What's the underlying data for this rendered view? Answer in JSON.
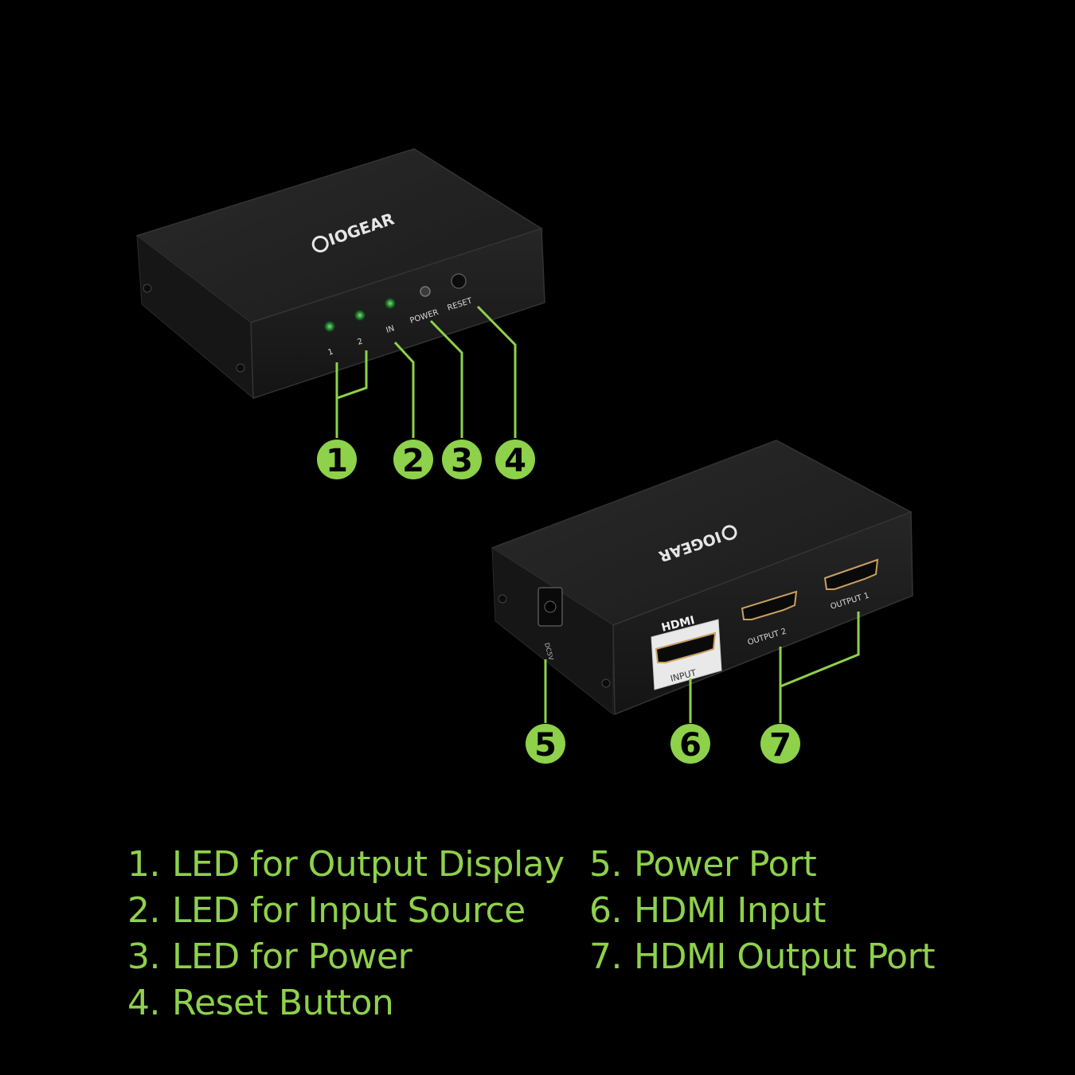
{
  "brand": "IOGEAR",
  "front_panel": {
    "led1_label": "1",
    "led2_label": "2",
    "in_label": "IN",
    "power_label": "POWER",
    "reset_label": "RESET"
  },
  "back_panel": {
    "hdmi_logo": "HDMI",
    "input_label": "INPUT",
    "output2_label": "OUTPUT 2",
    "output1_label": "OUTPUT 1",
    "dc_label": "DC5V"
  },
  "callouts": [
    "1",
    "2",
    "3",
    "4",
    "5",
    "6",
    "7"
  ],
  "legend": [
    {
      "num": "1.",
      "text": "LED for Output Display"
    },
    {
      "num": "2.",
      "text": "LED for Input Source"
    },
    {
      "num": "3.",
      "text": "LED for Power"
    },
    {
      "num": "4.",
      "text": "Reset Button"
    },
    {
      "num": "5.",
      "text": "Power Port"
    },
    {
      "num": "6.",
      "text": "HDMI Input"
    },
    {
      "num": "7.",
      "text": "HDMI Output Port"
    }
  ],
  "colors": {
    "accent": "#8ed14b",
    "background": "#000000",
    "device": "#1f1f1f"
  }
}
